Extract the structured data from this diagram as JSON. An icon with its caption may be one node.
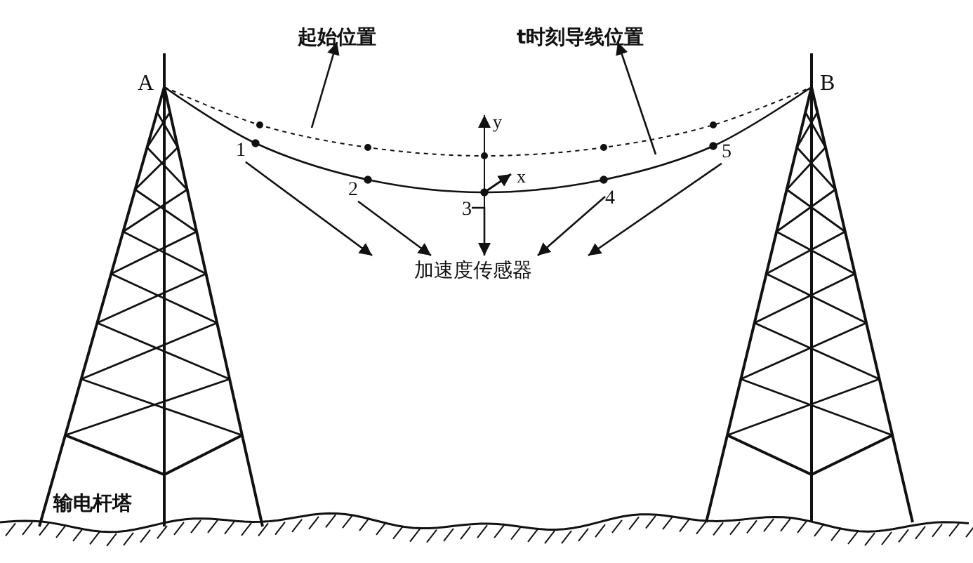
{
  "diagram": {
    "nodes": [
      {
        "text": [
          "起始位置"
        ]
      },
      {
        "text": [
          "t时刻导线位置"
        ]
      },
      {
        "text": [
          "加速度传感器"
        ]
      },
      {
        "text": [
          "1"
        ]
      },
      {
        "text": [
          "2"
        ]
      },
      {
        "text": [
          "3"
        ]
      },
      {
        "text": [
          "4"
        ]
      },
      {
        "text": [
          "5"
        ]
      }
    ],
    "edges": [
      {
        "from": null,
        "to": 0,
        "arrow": "to"
      },
      {
        "from": null,
        "to": 1,
        "arrow": "to"
      },
      {
        "from": 3,
        "to": 2,
        "arrow": "to"
      },
      {
        "from": 4,
        "to": 2,
        "arrow": "to"
      },
      {
        "from": 5,
        "to": 2,
        "arrow": "to"
      },
      {
        "from": 6,
        "to": 2,
        "arrow": "to"
      },
      {
        "from": 7,
        "to": 2,
        "arrow": "to"
      }
    ],
    "labels": [
      "A",
      "B",
      "y",
      "x",
      "输电杆塔"
    ]
  }
}
